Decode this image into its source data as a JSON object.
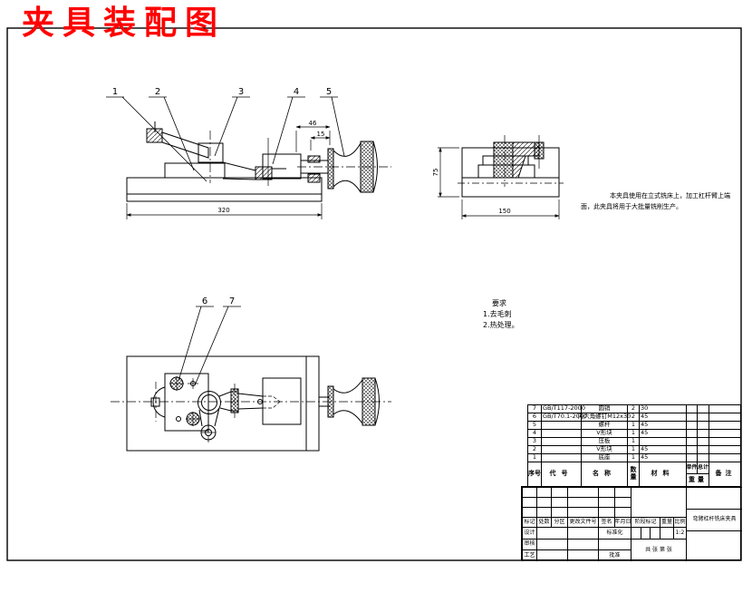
{
  "sheet": {
    "title": "夹具装配图"
  },
  "colors": {
    "title_red": "#ff0000",
    "line": "#000000",
    "background": "#ffffff"
  },
  "front_view": {
    "balloon_1": "1",
    "balloon_2": "2",
    "balloon_3": "3",
    "balloon_4": "4",
    "balloon_5": "5",
    "dim_46": "46",
    "dim_15": "15",
    "dim_320": "320"
  },
  "side_view": {
    "dim_75": "75",
    "dim_150": "150"
  },
  "top_view": {
    "balloon_6": "6",
    "balloon_7": "7"
  },
  "usage_note": {
    "line1": "本夹具使用在立式铣床上，加工杠杆臂上端",
    "line2": "面，此夹具将用于大批量铣削生产。"
  },
  "tech_note": {
    "title": "要求",
    "item1": "1.去毛刺",
    "item2": "2.热处理。"
  },
  "parts_table": {
    "header": {
      "no": "序号",
      "code": "代号",
      "name": "名称",
      "qty": "数量",
      "material": "材料",
      "unit": "单件",
      "total": "总计",
      "weight": "重量",
      "remark": "备注"
    },
    "rows": [
      {
        "no": "7",
        "code": "GB/T117-2000",
        "name": "圆销",
        "qty": "2",
        "material": "30"
      },
      {
        "no": "6",
        "code": "GB/T70.1-2000",
        "name": "内六角螺钉M12x30",
        "qty": "2",
        "material": "45"
      },
      {
        "no": "5",
        "code": "",
        "name": "螺杆",
        "qty": "1",
        "material": "45"
      },
      {
        "no": "4",
        "code": "",
        "name": "V形块",
        "qty": "1",
        "material": "45"
      },
      {
        "no": "3",
        "code": "",
        "name": "压板",
        "qty": "1",
        "material": ""
      },
      {
        "no": "2",
        "code": "",
        "name": "V形块",
        "qty": "1",
        "material": "45"
      },
      {
        "no": "1",
        "code": "",
        "name": "底座",
        "qty": "1",
        "material": "45"
      }
    ]
  },
  "title_block": {
    "revision_header": {
      "mark": "标记",
      "count": "处数",
      "zone": "分区",
      "doc_no": "更改文件号",
      "sign": "签名",
      "date": "年月日"
    },
    "roles": {
      "design": "设计",
      "check": "审核",
      "process": "工艺",
      "standardization": "标准化",
      "approve": "批准"
    },
    "stage_mark": "阶段标记",
    "weight": "重量",
    "scale": "比例",
    "scale_value": "1:2",
    "sheets": "共 张 第 张",
    "drawing_title": "弯臂杠杆铣床夹具"
  }
}
